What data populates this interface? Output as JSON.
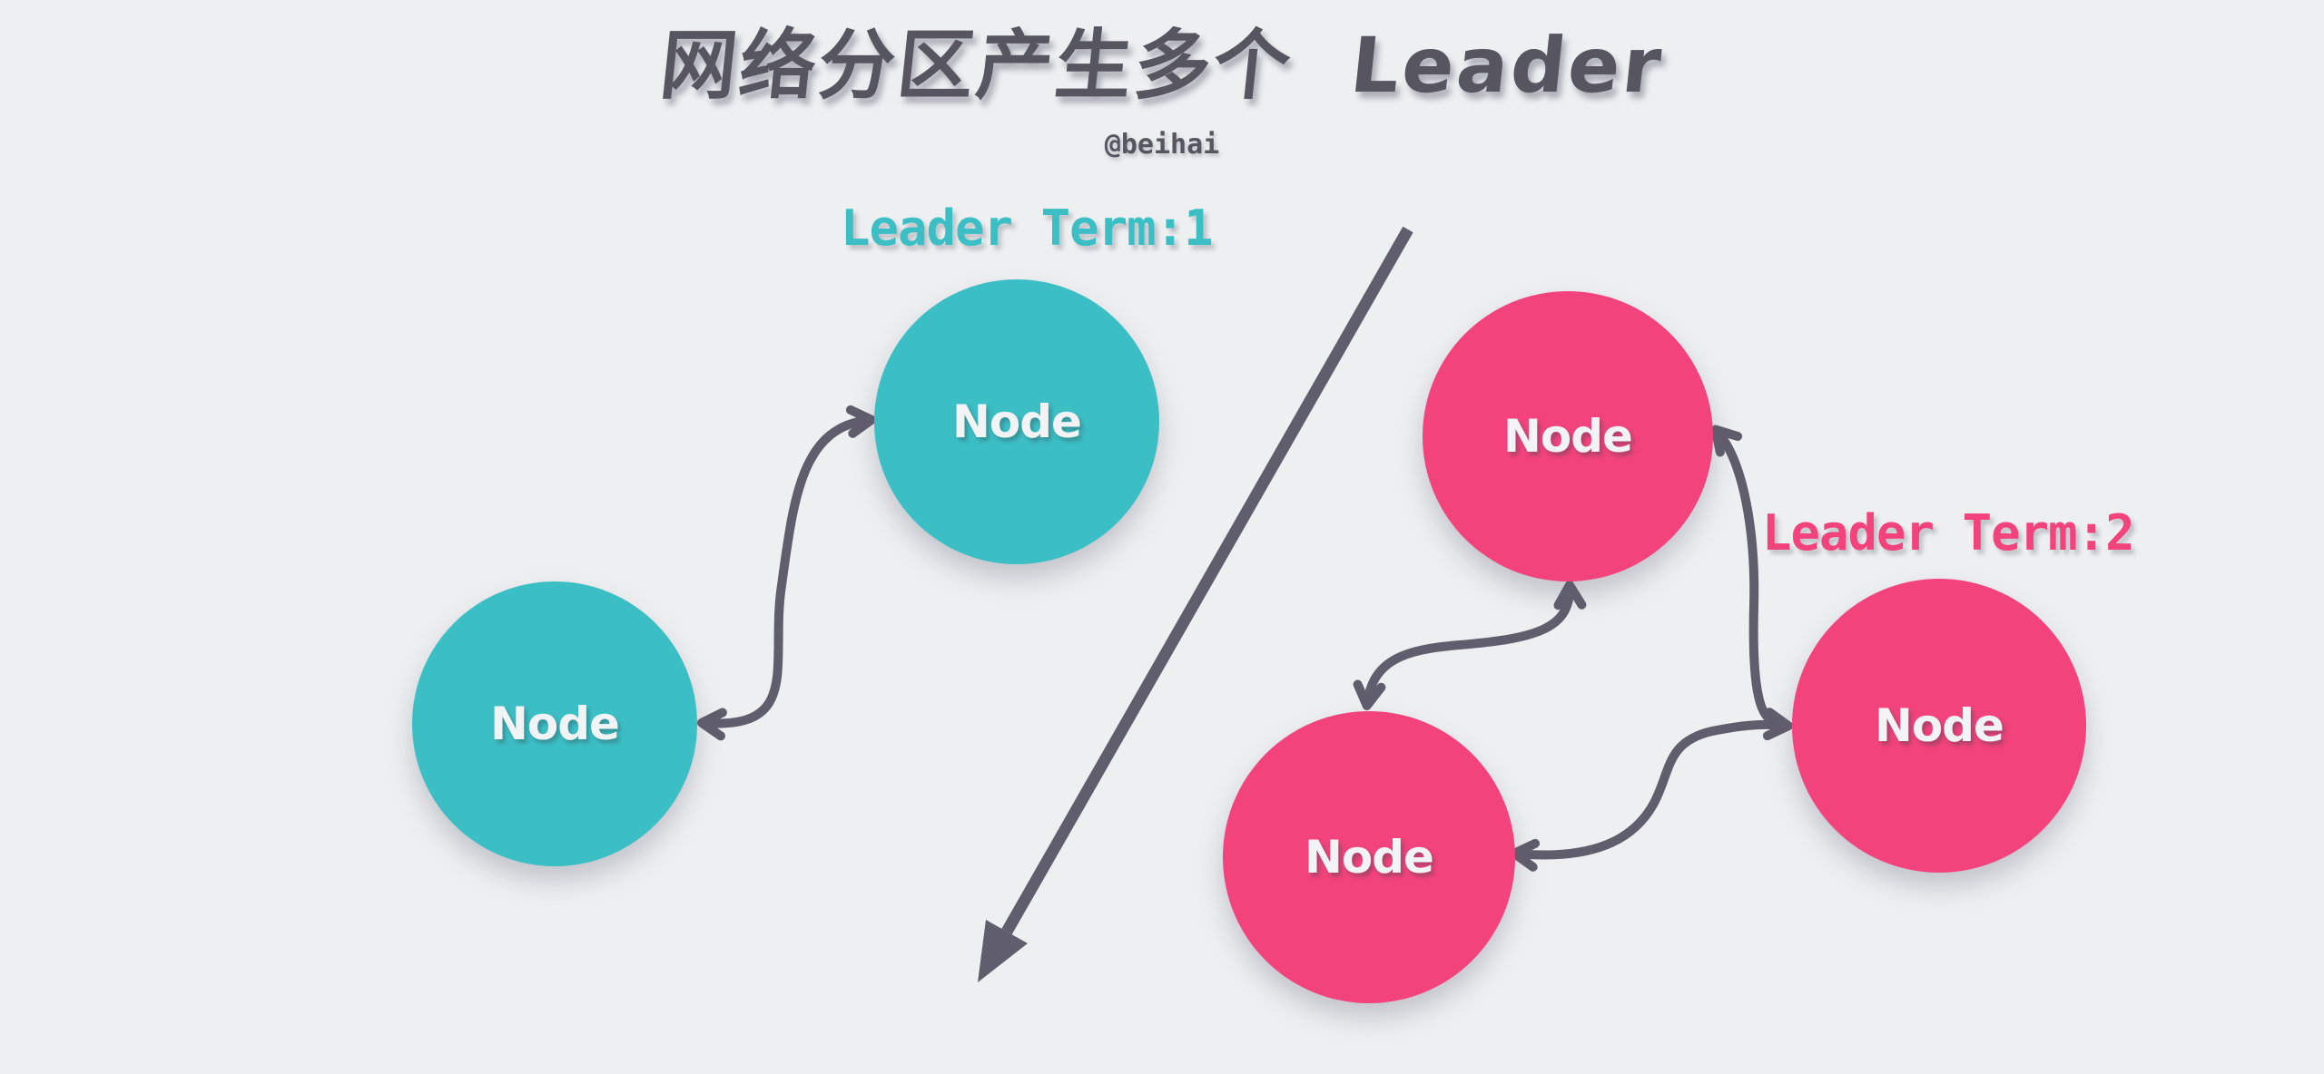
{
  "title": "网络分区产生多个  Leader",
  "author": "@beihai",
  "colors": {
    "background": "#EDEFF1",
    "title": "#575560",
    "arrow": "#605D6C",
    "teal": "#3CBEC5",
    "pink": "#F2437C",
    "node_text": "#F1F3F5"
  },
  "partitions": [
    {
      "id": "partition-1",
      "label": "Leader Term:1",
      "color": "#3CBEC5",
      "nodes": [
        {
          "label": "Node"
        },
        {
          "label": "Node"
        }
      ]
    },
    {
      "id": "partition-2",
      "label": "Leader Term:2",
      "color": "#F2437C",
      "nodes": [
        {
          "label": "Node"
        },
        {
          "label": "Node"
        },
        {
          "label": "Node"
        }
      ]
    }
  ]
}
